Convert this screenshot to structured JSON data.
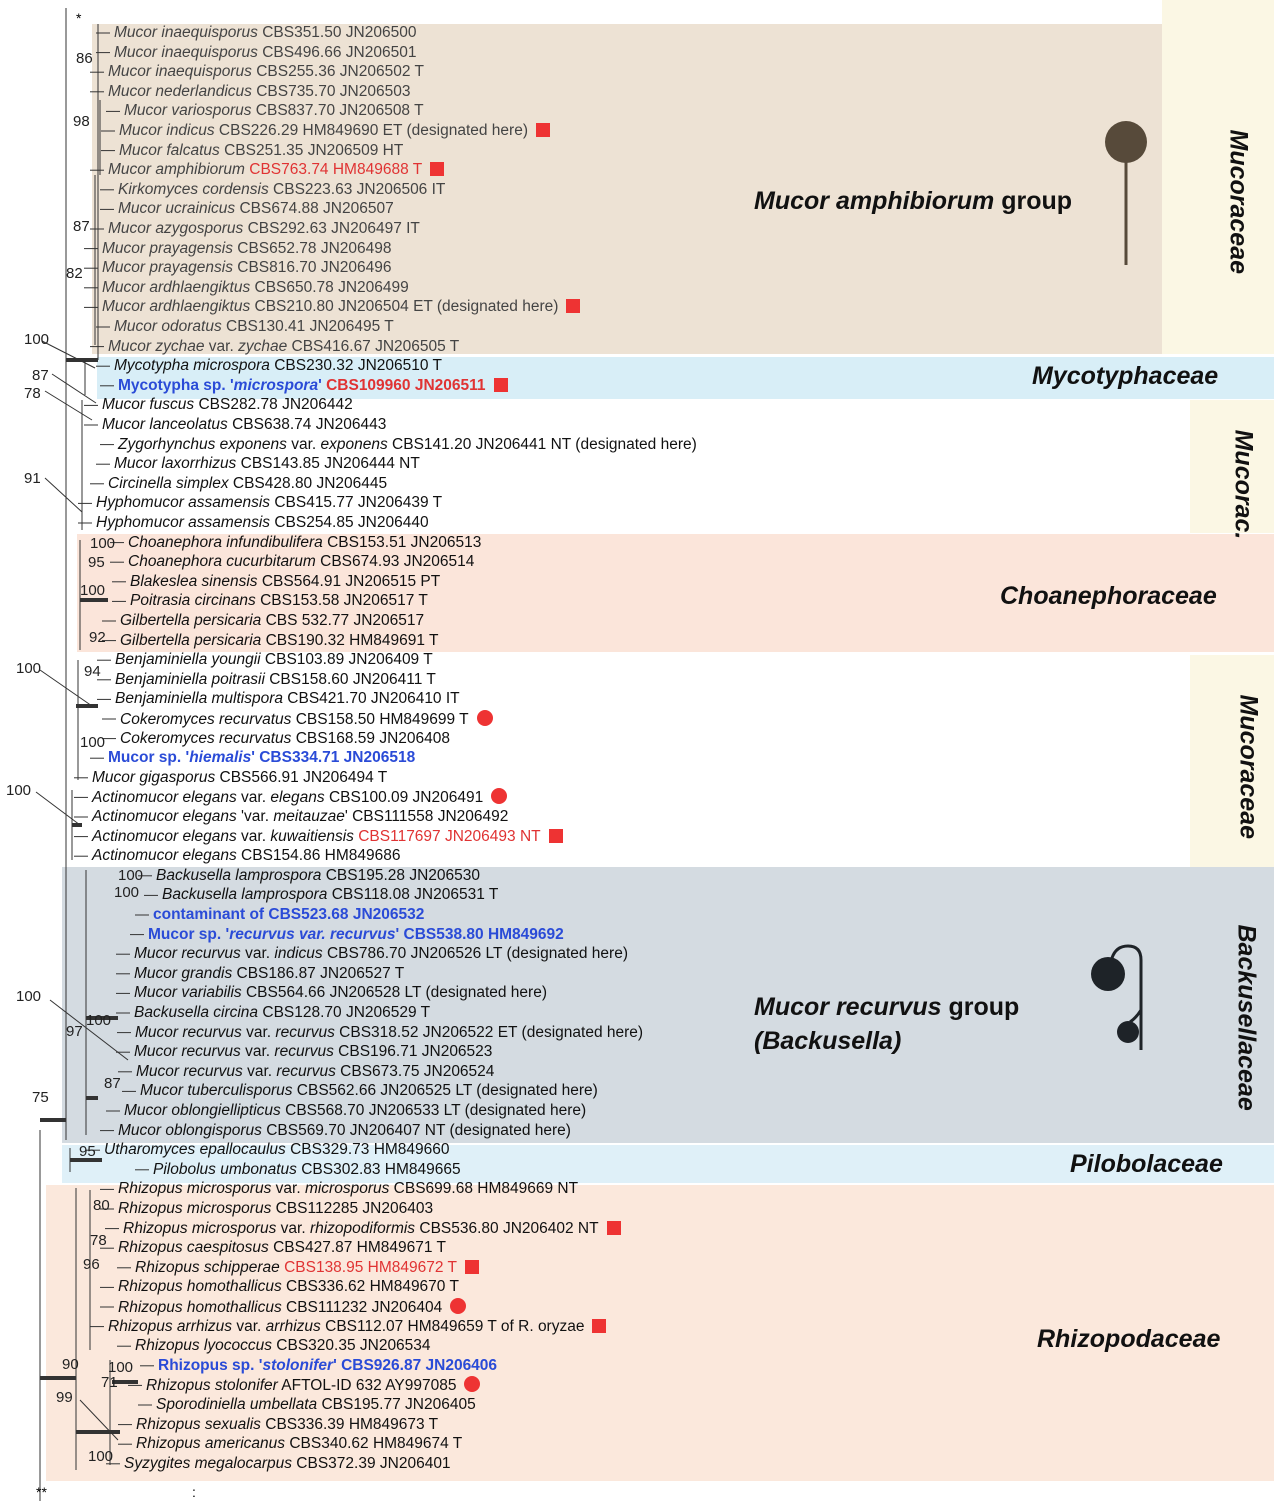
{
  "colors": {
    "mucor_band": "#ede2d4",
    "mycotyph_band": "#d8eef7",
    "choane_band": "#fbe5da",
    "backus_band": "#d4dbe1",
    "pilobol_band": "#dff0f8",
    "rhizop_band": "#fbe8dc",
    "family_strip": "#fbf7e4",
    "blue_highlight": "#2a4bd7",
    "red_highlight": "#e03333",
    "sporangium": "#574a3a"
  },
  "marks": {
    "top_star": "*",
    "bottom_star": "**",
    "bottom_colon": ":"
  },
  "families": [
    {
      "id": "mucoraceae-1",
      "label": "Mucoraceae"
    },
    {
      "id": "mycotyphaceae",
      "label": "Mycotyphaceae"
    },
    {
      "id": "mucorac-2",
      "label": "Mucorac."
    },
    {
      "id": "choanephoraceae",
      "label": "Choanephoraceae"
    },
    {
      "id": "mucoraceae-3",
      "label": "Mucoraceae"
    },
    {
      "id": "backusellaceae",
      "label": "Backusellaceae"
    },
    {
      "id": "pilobolaceae",
      "label": "Pilobolaceae"
    },
    {
      "id": "rhizopodaceae",
      "label": "Rhizopodaceae"
    }
  ],
  "groups": {
    "amphibiorum_italic": "Mucor amphibiorum",
    "amphibiorum_rest": " group",
    "recurvus_italic": "Mucor recurvus",
    "recurvus_rest": " group",
    "recurvus_line2": "(Backusella)"
  },
  "taxa": [
    {
      "it": "Mucor inaequisporus",
      "rest": " CBS351.50 JN206500",
      "style": "gray"
    },
    {
      "it": "Mucor inaequisporus",
      "rest": " CBS496.66 JN206501",
      "style": "gray"
    },
    {
      "it": "Mucor inaequisporus",
      "rest": " CBS255.36 JN206502 T",
      "style": "gray"
    },
    {
      "it": "Mucor nederlandicus",
      "rest": " CBS735.70 JN206503",
      "style": "gray"
    },
    {
      "it": "Mucor variosporus",
      "rest": " CBS837.70 JN206508 T",
      "style": "gray"
    },
    {
      "it": "Mucor indicus",
      "rest": " CBS226.29 HM849690 ET (designated here)",
      "style": "gray",
      "mark": "square"
    },
    {
      "it": "Mucor falcatus",
      "rest": " CBS251.35 JN206509 HT",
      "style": "gray"
    },
    {
      "it": "Mucor amphibiorum",
      "rest": "",
      "red": " CBS763.74 HM849688 T",
      "style": "gray",
      "mark": "square"
    },
    {
      "it": "Kirkomyces cordensis",
      "rest": " CBS223.63 JN206506 IT",
      "style": "gray"
    },
    {
      "it": "Mucor ucrainicus",
      "rest": " CBS674.88 JN206507",
      "style": "gray"
    },
    {
      "it": "Mucor azygosporus",
      "rest": " CBS292.63 JN206497 IT",
      "style": "gray"
    },
    {
      "it": "Mucor prayagensis",
      "rest": " CBS652.78 JN206498",
      "style": "gray"
    },
    {
      "it": "Mucor prayagensis",
      "rest": " CBS816.70 JN206496",
      "style": "gray"
    },
    {
      "it": "Mucor ardhlaengiktus",
      "rest": " CBS650.78 JN206499",
      "style": "gray"
    },
    {
      "it": "Mucor ardhlaengiktus",
      "rest": " CBS210.80 JN206504 ET (designated here)",
      "style": "gray",
      "mark": "square"
    },
    {
      "it": "Mucor odoratus",
      "rest": " CBS130.41 JN206495 T",
      "style": "gray"
    },
    {
      "it": "Mucor zychae",
      "rest": " var. ",
      "it2": "zychae",
      "rest2": " CBS416.67 JN206505 T",
      "style": "gray"
    },
    {
      "it": "Mycotypha microspora",
      "rest": " CBS230.32 JN206510 T"
    },
    {
      "plain": "Mycotypha",
      "rest": " sp. '",
      "it2": "microspora",
      "rest2": "'",
      "redbold": " CBS109960 JN206511",
      "style": "blue",
      "mark": "square"
    },
    {
      "it": "Mucor fuscus",
      "rest": " CBS282.78 JN206442"
    },
    {
      "it": "Mucor lanceolatus",
      "rest": " CBS638.74 JN206443"
    },
    {
      "it": "Zygorhynchus exponens",
      "rest": " var. ",
      "it2": "exponens",
      "rest2": " CBS141.20 JN206441 NT (designated here)"
    },
    {
      "it": "Mucor laxorrhizus",
      "rest": " CBS143.85  JN206444 NT"
    },
    {
      "it": "Circinella simplex",
      "rest": " CBS428.80 JN206445"
    },
    {
      "it": "Hyphomucor assamensis",
      "rest": " CBS415.77 JN206439 T"
    },
    {
      "it": "Hyphomucor assamensis",
      "rest": " CBS254.85 JN206440"
    },
    {
      "it": "Choanephora infundibulifera",
      "rest": " CBS153.51 JN206513"
    },
    {
      "it": "Choanephora cucurbitarum",
      "rest": " CBS674.93 JN206514"
    },
    {
      "it": "Blakeslea sinensis",
      "rest": " CBS564.91 JN206515 PT"
    },
    {
      "it": "Poitrasia circinans",
      "rest": " CBS153.58 JN206517 T"
    },
    {
      "it": "Gilbertella persicaria",
      "rest": " CBS 532.77 JN206517"
    },
    {
      "it": "Gilbertella persicaria",
      "rest": " CBS190.32 HM849691 T"
    },
    {
      "it": "Benjaminiella youngii",
      "rest": " CBS103.89 JN206409 T"
    },
    {
      "it": "Benjaminiella poitrasii",
      "rest": " CBS158.60 JN206411 T"
    },
    {
      "it": "Benjaminiella multispora",
      "rest": " CBS421.70 JN206410 IT"
    },
    {
      "it": "Cokeromyces recurvatus",
      "rest": " CBS158.50 HM849699 T",
      "mark": "circle"
    },
    {
      "it": "Cokeromyces recurvatus",
      "rest": " CBS168.59 JN206408"
    },
    {
      "plain": "Mucor",
      "rest": " sp. '",
      "it2": "hiemalis",
      "rest2": "' CBS334.71 JN206518",
      "style": "blue"
    },
    {
      "it": "Mucor gigasporus",
      "rest": " CBS566.91 JN206494 T"
    },
    {
      "it": "Actinomucor elegans",
      "rest": " var. ",
      "it2": "elegans",
      "rest2": " CBS100.09 JN206491",
      "mark": "circle"
    },
    {
      "it": "Actinomucor elegans",
      "rest": " 'var. ",
      "it2": "meitauzae",
      "rest2": "' CBS111558 JN206492"
    },
    {
      "it": "Actinomucor elegans",
      "rest": " var. ",
      "it2": "kuwaitiensis",
      "rest2": "",
      "red": " CBS117697 JN206493 NT",
      "mark": "square"
    },
    {
      "it": "Actinomucor elegans",
      "rest": " CBS154.86 HM849686"
    },
    {
      "it": "Backusella lamprospora",
      "rest": " CBS195.28 JN206530"
    },
    {
      "it": "Backusella lamprospora",
      "rest": " CBS118.08 JN206531 T"
    },
    {
      "plain": "",
      "rest": "contaminant of CBS523.68 JN206532",
      "style": "blue"
    },
    {
      "plain": "Mucor",
      "rest": " sp. '",
      "it2": "recurvus var. recurvus",
      "rest2": "' CBS538.80 HM849692",
      "style": "blue"
    },
    {
      "it": "Mucor recurvus",
      "rest": " var. ",
      "it2": "indicus",
      "rest2": " CBS786.70 JN206526 LT (designated here)"
    },
    {
      "it": "Mucor grandis",
      "rest": " CBS186.87 JN206527 T"
    },
    {
      "it": "Mucor variabilis",
      "rest": " CBS564.66 JN206528 LT (designated here)"
    },
    {
      "it": "Backusella circina",
      "rest": " CBS128.70 JN206529 T"
    },
    {
      "it": "Mucor recurvus",
      "rest": " var. ",
      "it2": "recurvus",
      "rest2": " CBS318.52 JN206522 ET (designated here)"
    },
    {
      "it": "Mucor recurvus",
      "rest": " var. ",
      "it2": "recurvus",
      "rest2": " CBS196.71 JN206523"
    },
    {
      "it": "Mucor recurvus",
      "rest": " var. ",
      "it2": "recurvus",
      "rest2": " CBS673.75 JN206524"
    },
    {
      "it": "Mucor tuberculisporus",
      "rest": " CBS562.66 JN206525 LT (designated here)"
    },
    {
      "it": "Mucor oblongiellipticus",
      "rest": " CBS568.70 JN206533 LT (designated here)"
    },
    {
      "it": "Mucor oblongisporus",
      "rest": " CBS569.70 JN206407 NT (designated here)"
    },
    {
      "it": "Utharomyces epallocaulus",
      "rest": " CBS329.73 HM849660"
    },
    {
      "it": "Pilobolus umbonatus",
      "rest": " CBS302.83 HM849665"
    },
    {
      "it": "Rhizopus microsporus",
      "rest": " var. ",
      "it2": "microsporus",
      "rest2": " CBS699.68 HM849669 NT"
    },
    {
      "it": "Rhizopus microsporus",
      "rest": " CBS112285 JN206403"
    },
    {
      "it": "Rhizopus microsporus",
      "rest": " var. ",
      "it2": "rhizopodiformis",
      "rest2": " CBS536.80 JN206402 NT",
      "mark": "square"
    },
    {
      "it": "Rhizopus caespitosus",
      "rest": " CBS427.87 HM849671 T"
    },
    {
      "it": "Rhizopus schipperae",
      "rest": "",
      "red": " CBS138.95 HM849672 T",
      "mark": "square"
    },
    {
      "it": "Rhizopus homothallicus",
      "rest": " CBS336.62 HM849670 T"
    },
    {
      "it": "Rhizopus homothallicus",
      "rest": " CBS111232 JN206404",
      "mark": "circle"
    },
    {
      "it": "Rhizopus arrhizus",
      "rest": " var. ",
      "it2": "arrhizus",
      "rest2": " CBS112.07 HM849659 T of R. oryzae",
      "mark": "square"
    },
    {
      "it": "Rhizopus lyococcus",
      "rest": " CBS320.35 JN206534"
    },
    {
      "plain": "Rhizopus",
      "rest": " sp. '",
      "it2": "stolonifer",
      "rest2": "' CBS926.87 JN206406",
      "style": "blue"
    },
    {
      "it": "Rhizopus stolonifer",
      "rest": " AFTOL-ID 632 AY997085",
      "mark": "circle"
    },
    {
      "it": "Sporodiniella umbellata",
      "rest": " CBS195.77 JN206405"
    },
    {
      "it": "Rhizopus sexualis",
      "rest": " CBS336.39 HM849673 T"
    },
    {
      "it": "Rhizopus americanus",
      "rest": " CBS340.62 HM849674 T"
    },
    {
      "it": "Syzygites megalocarpus",
      "rest": " CBS372.39 JN206401"
    }
  ],
  "support": [
    "86",
    "98",
    "87",
    "82",
    "100",
    "87",
    "78",
    "91",
    "100",
    "95",
    "100",
    "92",
    "94",
    "100",
    "100",
    "100",
    "100",
    "100",
    "100",
    "100",
    "87",
    "97",
    "75",
    "95",
    "80",
    "78",
    "96",
    "100",
    "71",
    "90",
    "99",
    "100"
  ]
}
